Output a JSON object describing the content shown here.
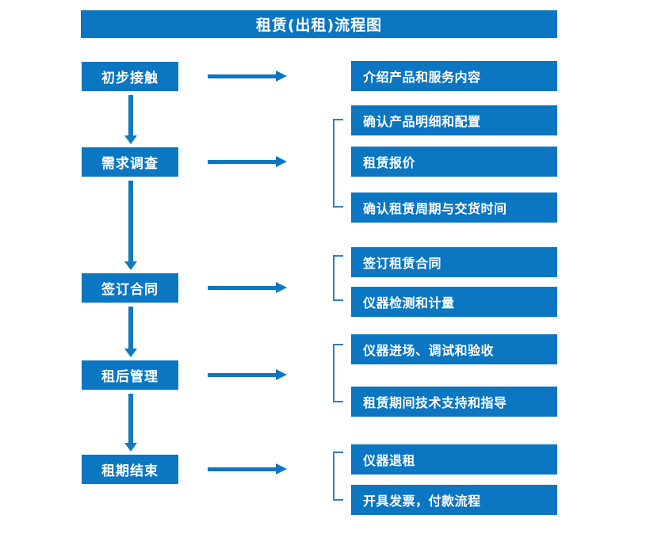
{
  "header": {
    "title": "租赁(出租)流程图"
  },
  "colors": {
    "primary": "#0b76c2",
    "bracket": "#2f7fc0",
    "arrow": "#1479be",
    "text_on_primary": "#ffffff",
    "background": "#ffffff"
  },
  "stages": [
    {
      "label": "初步接触"
    },
    {
      "label": "需求调查"
    },
    {
      "label": "签订合同"
    },
    {
      "label": "租后管理"
    },
    {
      "label": "租期结束"
    }
  ],
  "tasks": [
    {
      "label": "介绍产品和服务内容"
    },
    {
      "label": "确认产品明细和配置"
    },
    {
      "label": "租赁报价"
    },
    {
      "label": "确认租赁周期与交货时间"
    },
    {
      "label": "签订租赁合同"
    },
    {
      "label": "仪器检测和计量"
    },
    {
      "label": "仪器进场、调试和验收"
    },
    {
      "label": "租赁期间技术支持和指导"
    },
    {
      "label": "仪器退租"
    },
    {
      "label": "开具发票，付款流程"
    }
  ],
  "icons": {
    "h_arrow": "right-arrow-icon",
    "v_arrow": "down-arrow-icon",
    "bracket": "group-bracket-icon"
  }
}
